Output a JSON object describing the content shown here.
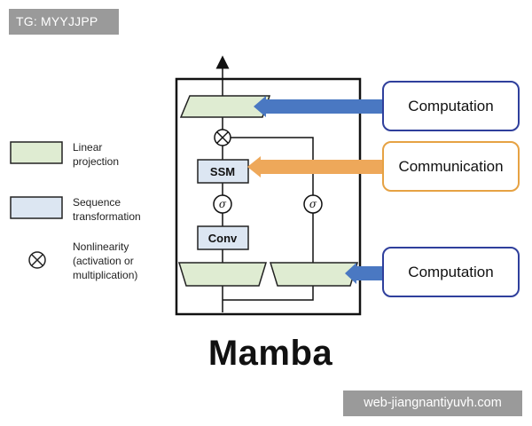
{
  "badges": {
    "top_left": "TG: MYYJJPP",
    "bottom_right": "web-jiangnantiyuvh.com"
  },
  "legend": {
    "linear_projection": [
      "Linear",
      "projection"
    ],
    "sequence_transformation": [
      "Sequence",
      "transformation"
    ],
    "nonlinearity": [
      "Nonlinearity",
      "(activation or",
      "multiplication)"
    ]
  },
  "blocks": {
    "ssm": "SSM",
    "conv": "Conv",
    "sigma": "σ",
    "multiply": "⊗"
  },
  "callouts": {
    "top": "Computation",
    "middle": "Communication",
    "bottom": "Computation"
  },
  "title": "Mamba",
  "colors": {
    "linear_fill": "#dfecd2",
    "sequence_fill": "#dce6f2",
    "computation_arrow": "#4a78c2",
    "communication_arrow": "#eea85a",
    "computation_border": "#2f3f9c",
    "communication_border": "#e6a243"
  }
}
